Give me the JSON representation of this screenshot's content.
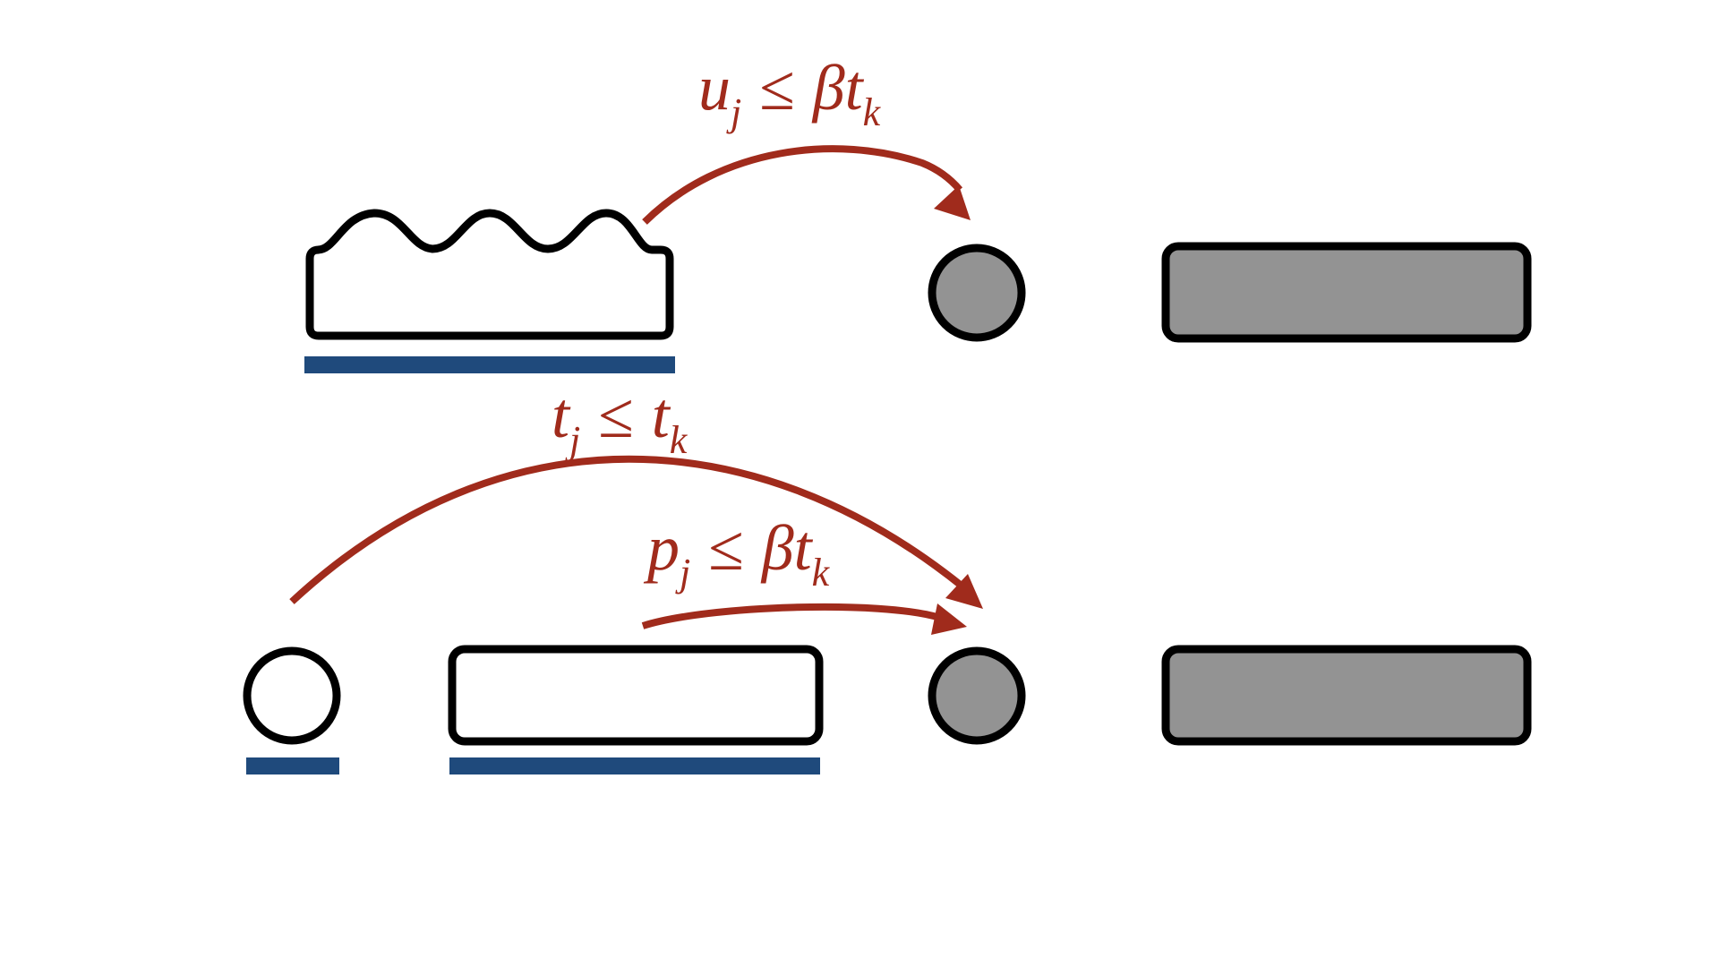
{
  "colors": {
    "background": "#ffffff",
    "outline": "#000000",
    "filled_gray": "#939393",
    "underline_blue": "#1f4a7c",
    "arrow_red": "#a02b1c"
  },
  "labels": {
    "top": {
      "var": "u",
      "sub": "j",
      "op": "≤",
      "coef": "β",
      "rhs": "t",
      "rhs_sub": "k"
    },
    "middle": {
      "var": "t",
      "sub": "j",
      "op": "≤",
      "rhs": "t",
      "rhs_sub": "k"
    },
    "lower": {
      "var": "p",
      "sub": "j",
      "op": "≤",
      "coef": "β",
      "rhs": "t",
      "rhs_sub": "k"
    }
  }
}
